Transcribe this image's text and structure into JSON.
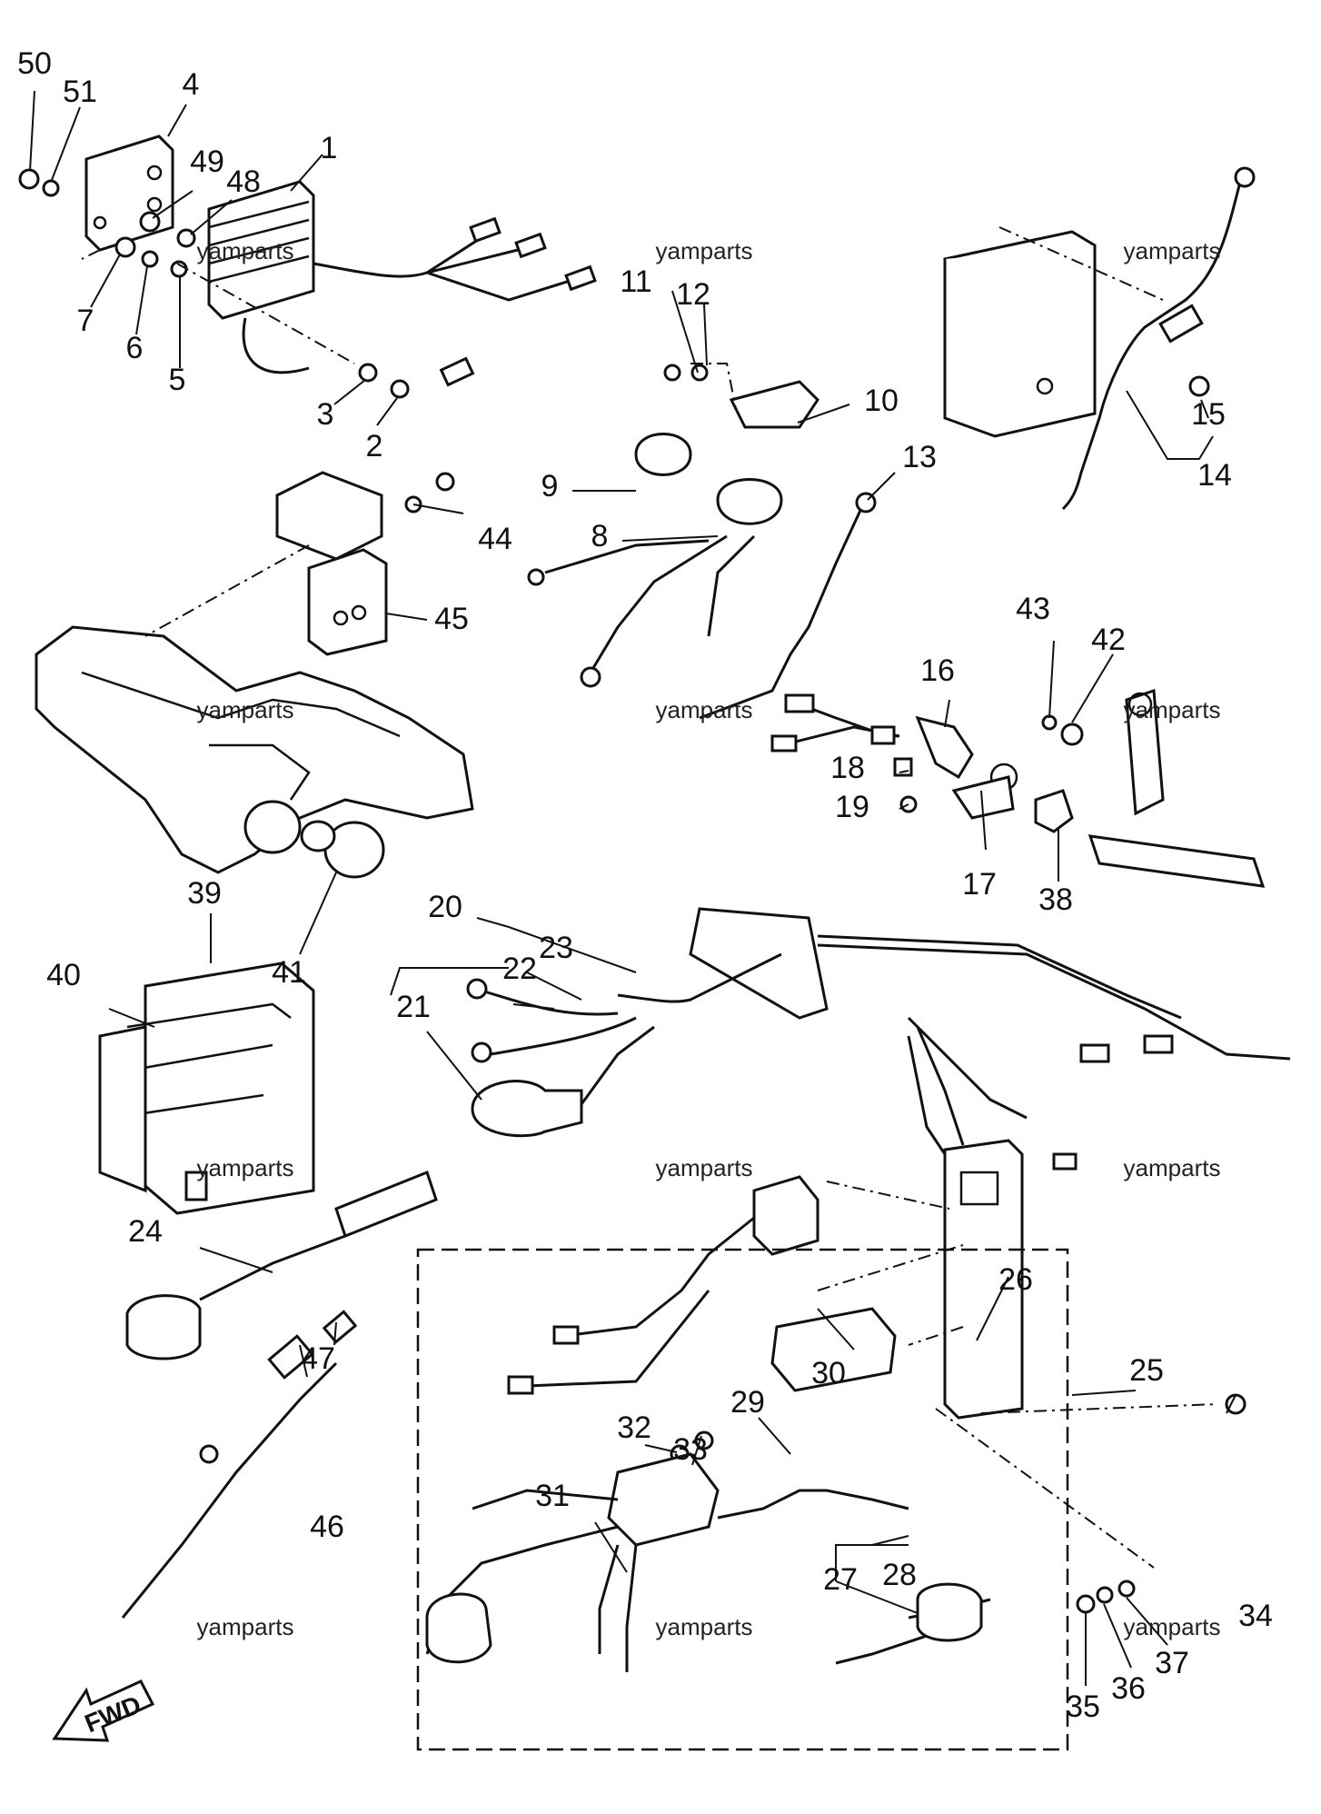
{
  "watermark": "yamparts",
  "watermark_count": 12,
  "direction_label": "FWD",
  "part_numbers": [
    "1",
    "2",
    "3",
    "4",
    "5",
    "6",
    "7",
    "8",
    "9",
    "10",
    "11",
    "12",
    "13",
    "14",
    "15",
    "16",
    "17",
    "18",
    "19",
    "20",
    "21",
    "22",
    "23",
    "24",
    "25",
    "26",
    "27",
    "28",
    "29",
    "30",
    "31",
    "32",
    "33",
    "34",
    "35",
    "36",
    "37",
    "38",
    "39",
    "40",
    "41",
    "42",
    "43",
    "44",
    "45",
    "46",
    "47",
    "48",
    "49",
    "50",
    "51"
  ]
}
